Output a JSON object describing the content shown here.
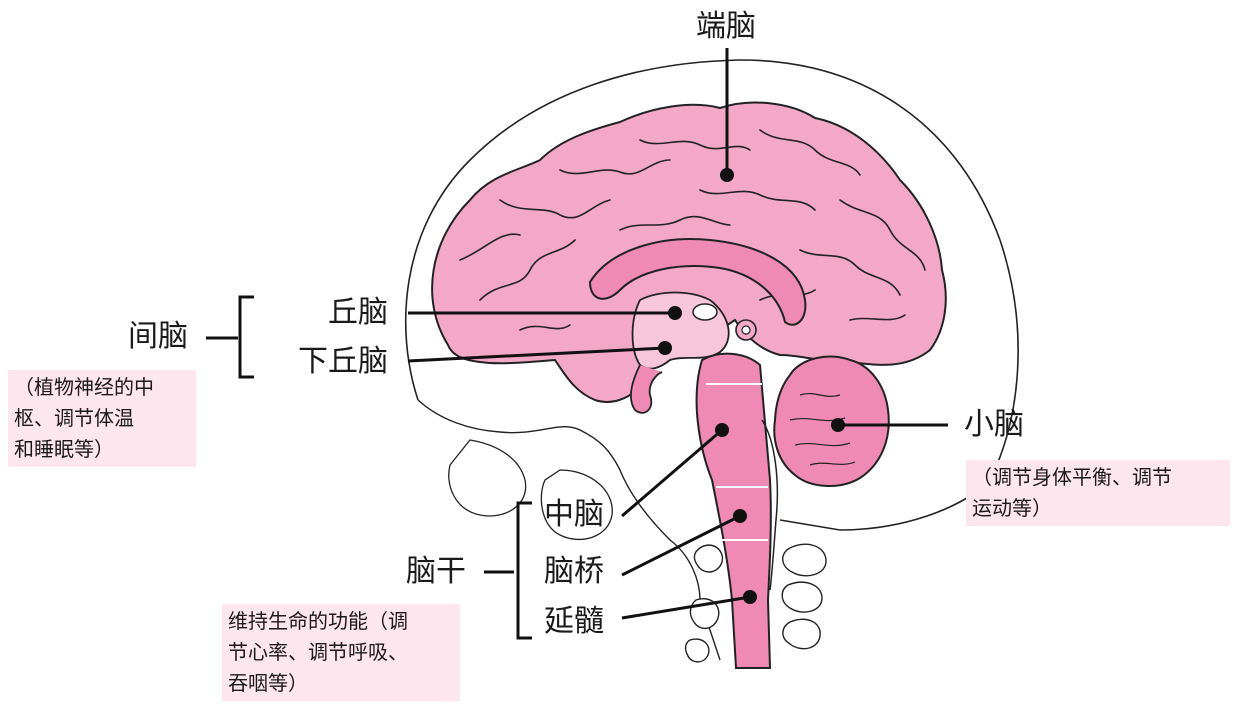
{
  "labels": {
    "telencephalon": "端脑",
    "diencephalon": "间脑",
    "thalamus": "丘脑",
    "hypothalamus": "下丘脑",
    "cerebellum": "小脑",
    "brainstem": "脑干",
    "midbrain": "中脑",
    "pons": "脑桥",
    "medulla": "延髓"
  },
  "notes": {
    "diencephalon": [
      "（植物神经的中",
      "枢、调节体温",
      "和睡眠等）"
    ],
    "cerebellum": [
      "（调节身体平衡、调节",
      "运动等）"
    ],
    "brainstem": [
      "维持生命的功能（调",
      "节心率、调节呼吸、",
      "吞咽等）"
    ]
  },
  "colors": {
    "cortex": "#f3a8c8",
    "cortex_dark": "#e27fab",
    "inner": "#f7c6da",
    "stem": "#ee8ab3",
    "outline": "#222222",
    "note_bg": "#fde6ee"
  }
}
